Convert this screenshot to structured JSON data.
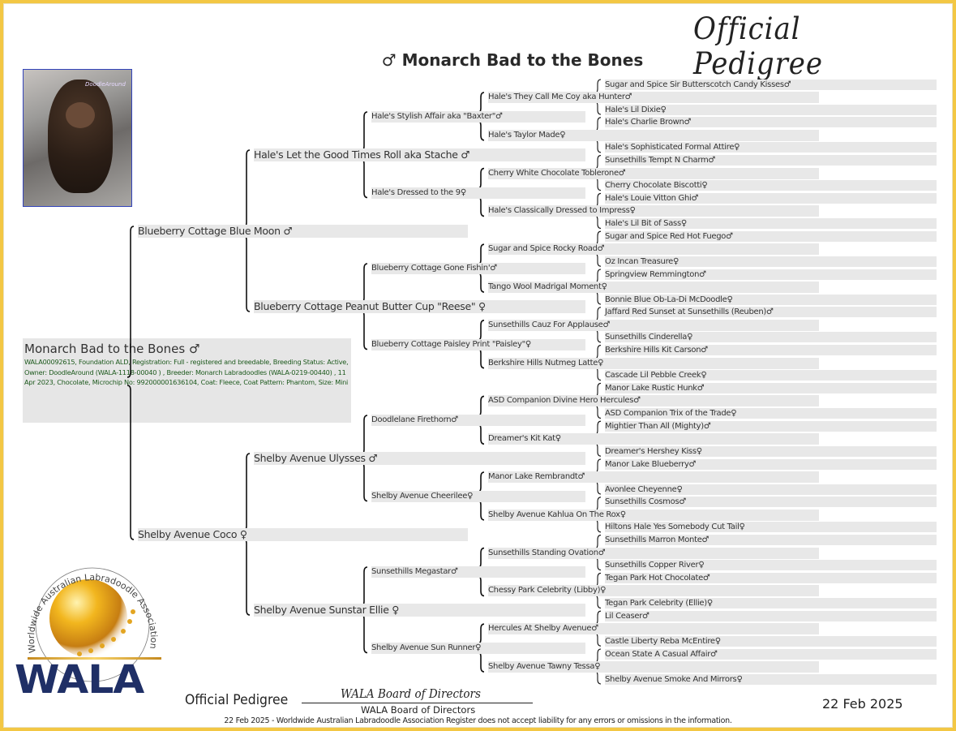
{
  "header": {
    "script_title": "Official Pedigree",
    "title": "♂ Monarch Bad to the Bones"
  },
  "photo": {
    "watermark": "DoodleAround"
  },
  "subject": {
    "name": "Monarch Bad to the Bones ♂",
    "info": "WALA00092615, Foundation ALD, Registration: Full - registered and breedable, Breeding Status: Active, Owner: DoodleAround (WALA-1118-00040 ) , Breeder: Monarch Labradoodles (WALA-0219-00440) , 11 Apr 2023, Chocolate, Microchip No: 992000001636104, Coat: Fleece, Coat Pattern: Phantom, Size: Mini"
  },
  "pedigree": {
    "gen2": [
      "Blueberry Cottage Blue Moon ♂",
      "Shelby Avenue Coco ♀"
    ],
    "gen3": [
      "Hale's Let the Good Times Roll aka Stache ♂",
      "Blueberry Cottage Peanut Butter Cup \"Reese\" ♀",
      "Shelby Avenue Ulysses ♂",
      "Shelby Avenue Sunstar Ellie ♀"
    ],
    "gen4": [
      "Hale's Stylish Affair aka \"Baxter\"♂",
      "Hale's Dressed to the 9♀",
      "Blueberry Cottage Gone Fishin'♂",
      "Blueberry Cottage Paisley Print \"Paisley\"♀",
      "Doodlelane Firethorn♂",
      "Shelby Avenue Cheerilee♀",
      "Sunsethills Megastar♂",
      "Shelby Avenue Sun Runner♀"
    ],
    "gen5": [
      "Hale's They Call Me Coy aka Hunter♂",
      "Hale's Taylor Made♀",
      "Cherry White Chocolate Toblerone♂",
      "Hale's Classically Dressed to Impress♀",
      "Sugar and Spice Rocky Road♂",
      "Tango Wool Madrigal Moment♀",
      "Sunsethills Cauz For Applause♂",
      "Berkshire Hills Nutmeg Latte♀",
      "ASD Companion Divine Hero Hercules♂",
      "Dreamer's Kit Kat♀",
      "Manor Lake Rembrandt♂",
      "Shelby Avenue Kahlua On The Rox♀",
      "Sunsethills Standing Ovation♂",
      "Chessy Park Celebrity (Libby)♀",
      "Hercules At Shelby Avenue♂",
      "Shelby Avenue Tawny Tessa♀"
    ],
    "gen6": [
      "Sugar and Spice Sir Butterscotch Candy Kisses♂",
      "Hale's Lil Dixie♀",
      "Hale's Charlie Brown♂",
      "Hale's Sophisticated Formal Attire♀",
      "Sunsethills Tempt N Charm♂",
      "Cherry Chocolate Biscotti♀",
      "Hale's Louie Vitton Ghi♂",
      "Hale's Lil Bit of Sass♀",
      "Sugar and Spice Red Hot Fuego♂",
      "Oz Incan Treasure♀",
      "Springview Remmington♂",
      "Bonnie Blue Ob-La-Di McDoodle♀",
      "Jaffard Red Sunset at Sunsethills (Reuben)♂",
      "Sunsethills Cinderella♀",
      "Berkshire Hills Kit Carson♂",
      "Cascade Lil Pebble Creek♀",
      "Manor Lake Rustic Hunk♂",
      "ASD Companion Trix of the Trade♀",
      "Mightier Than All (Mighty)♂",
      "Dreamer's Hershey Kiss♀",
      "Manor Lake Blueberry♂",
      "Avonlee Cheyenne♀",
      "Sunsethills Cosmos♂",
      "Hiltons Hale Yes Somebody Cut Tail♀",
      "Sunsethills Marron Monte♂",
      "Sunsethills Copper River♀",
      "Tegan Park Hot Chocolate♂",
      "Tegan Park Celebrity (Ellie)♀",
      "Lil Ceaser♂",
      "Castle Liberty Reba McEntire♀",
      "Ocean State A Casual Affair♂",
      "Shelby Avenue Smoke And Mirrors♀"
    ]
  },
  "logo": {
    "ring_text": "Worldwide Australian Labradoodle Association",
    "wordmark": "WALA"
  },
  "footer": {
    "official": "Official Pedigree",
    "signature": "WALA Board of Directors",
    "signatory": "WALA Board of Directors",
    "date": "22 Feb 2025",
    "disclaimer": "22 Feb 2025 - Worldwide Australian Labradoodle Association Register does not accept liability for any errors or omissions in the information."
  },
  "colors": {
    "frame": "#f3c744",
    "entry_bg": "#e8e8e8",
    "info_text": "#1e5a1e",
    "wordmark": "#1f2f66"
  }
}
